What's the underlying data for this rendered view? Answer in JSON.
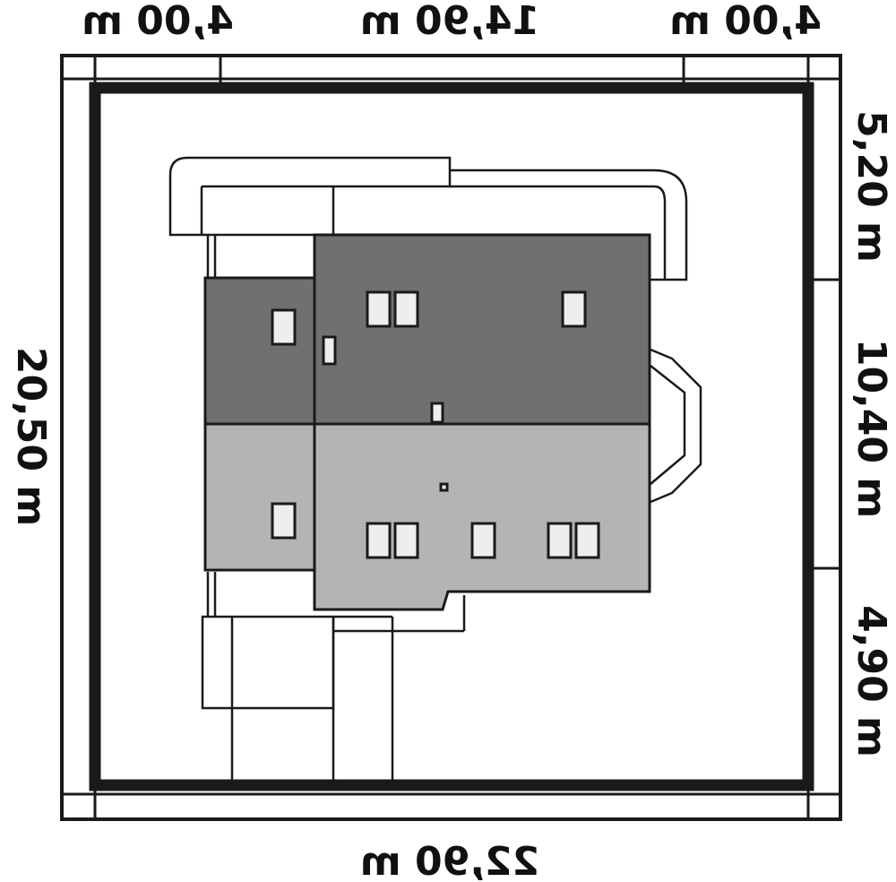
{
  "dimensions": {
    "top_left": "4,00 m",
    "top_center": "14,90 m",
    "top_right": "4,00 m",
    "bottom": "22,90 m",
    "left": "20,50 m",
    "right_top": "5,20 m",
    "right_middle": "10,40 m",
    "right_bottom": "4,90 m"
  },
  "colors": {
    "roof_dark": "#707070",
    "roof_light": "#b4b4b4",
    "skylight": "#eeeeee",
    "lines": "#1a1a1a",
    "background": "#ffffff"
  }
}
